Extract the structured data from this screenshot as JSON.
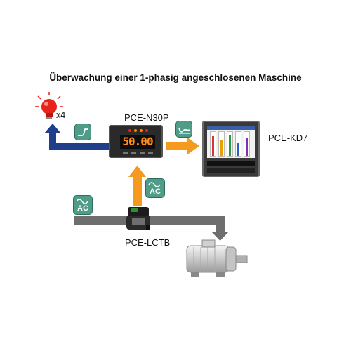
{
  "title": "Überwachung einer 1-phasig angeschlosenen Maschine",
  "devices": {
    "meter": {
      "label": "PCE-N30P",
      "display": "50.00"
    },
    "recorder": {
      "label": "PCE-KD7"
    },
    "sensor": {
      "label": "PCE-LCTB"
    }
  },
  "alarm": {
    "count_label": "x4"
  },
  "badges": {
    "ac_label": "AC"
  },
  "icons": {
    "alarm": "red-light-bulb-icon",
    "step_signal": "step-signal-icon",
    "trend_signal": "trend-curve-icon",
    "ac_wave": "ac-wave-icon",
    "motor": "electric-motor-icon"
  },
  "colors": {
    "orange_arrow": "#f39a1f",
    "blue_arrow": "#1f3f8a",
    "gray_line": "#6e6e6e",
    "badge_green": "#4f9c88",
    "lamp_red": "#e8231b"
  }
}
